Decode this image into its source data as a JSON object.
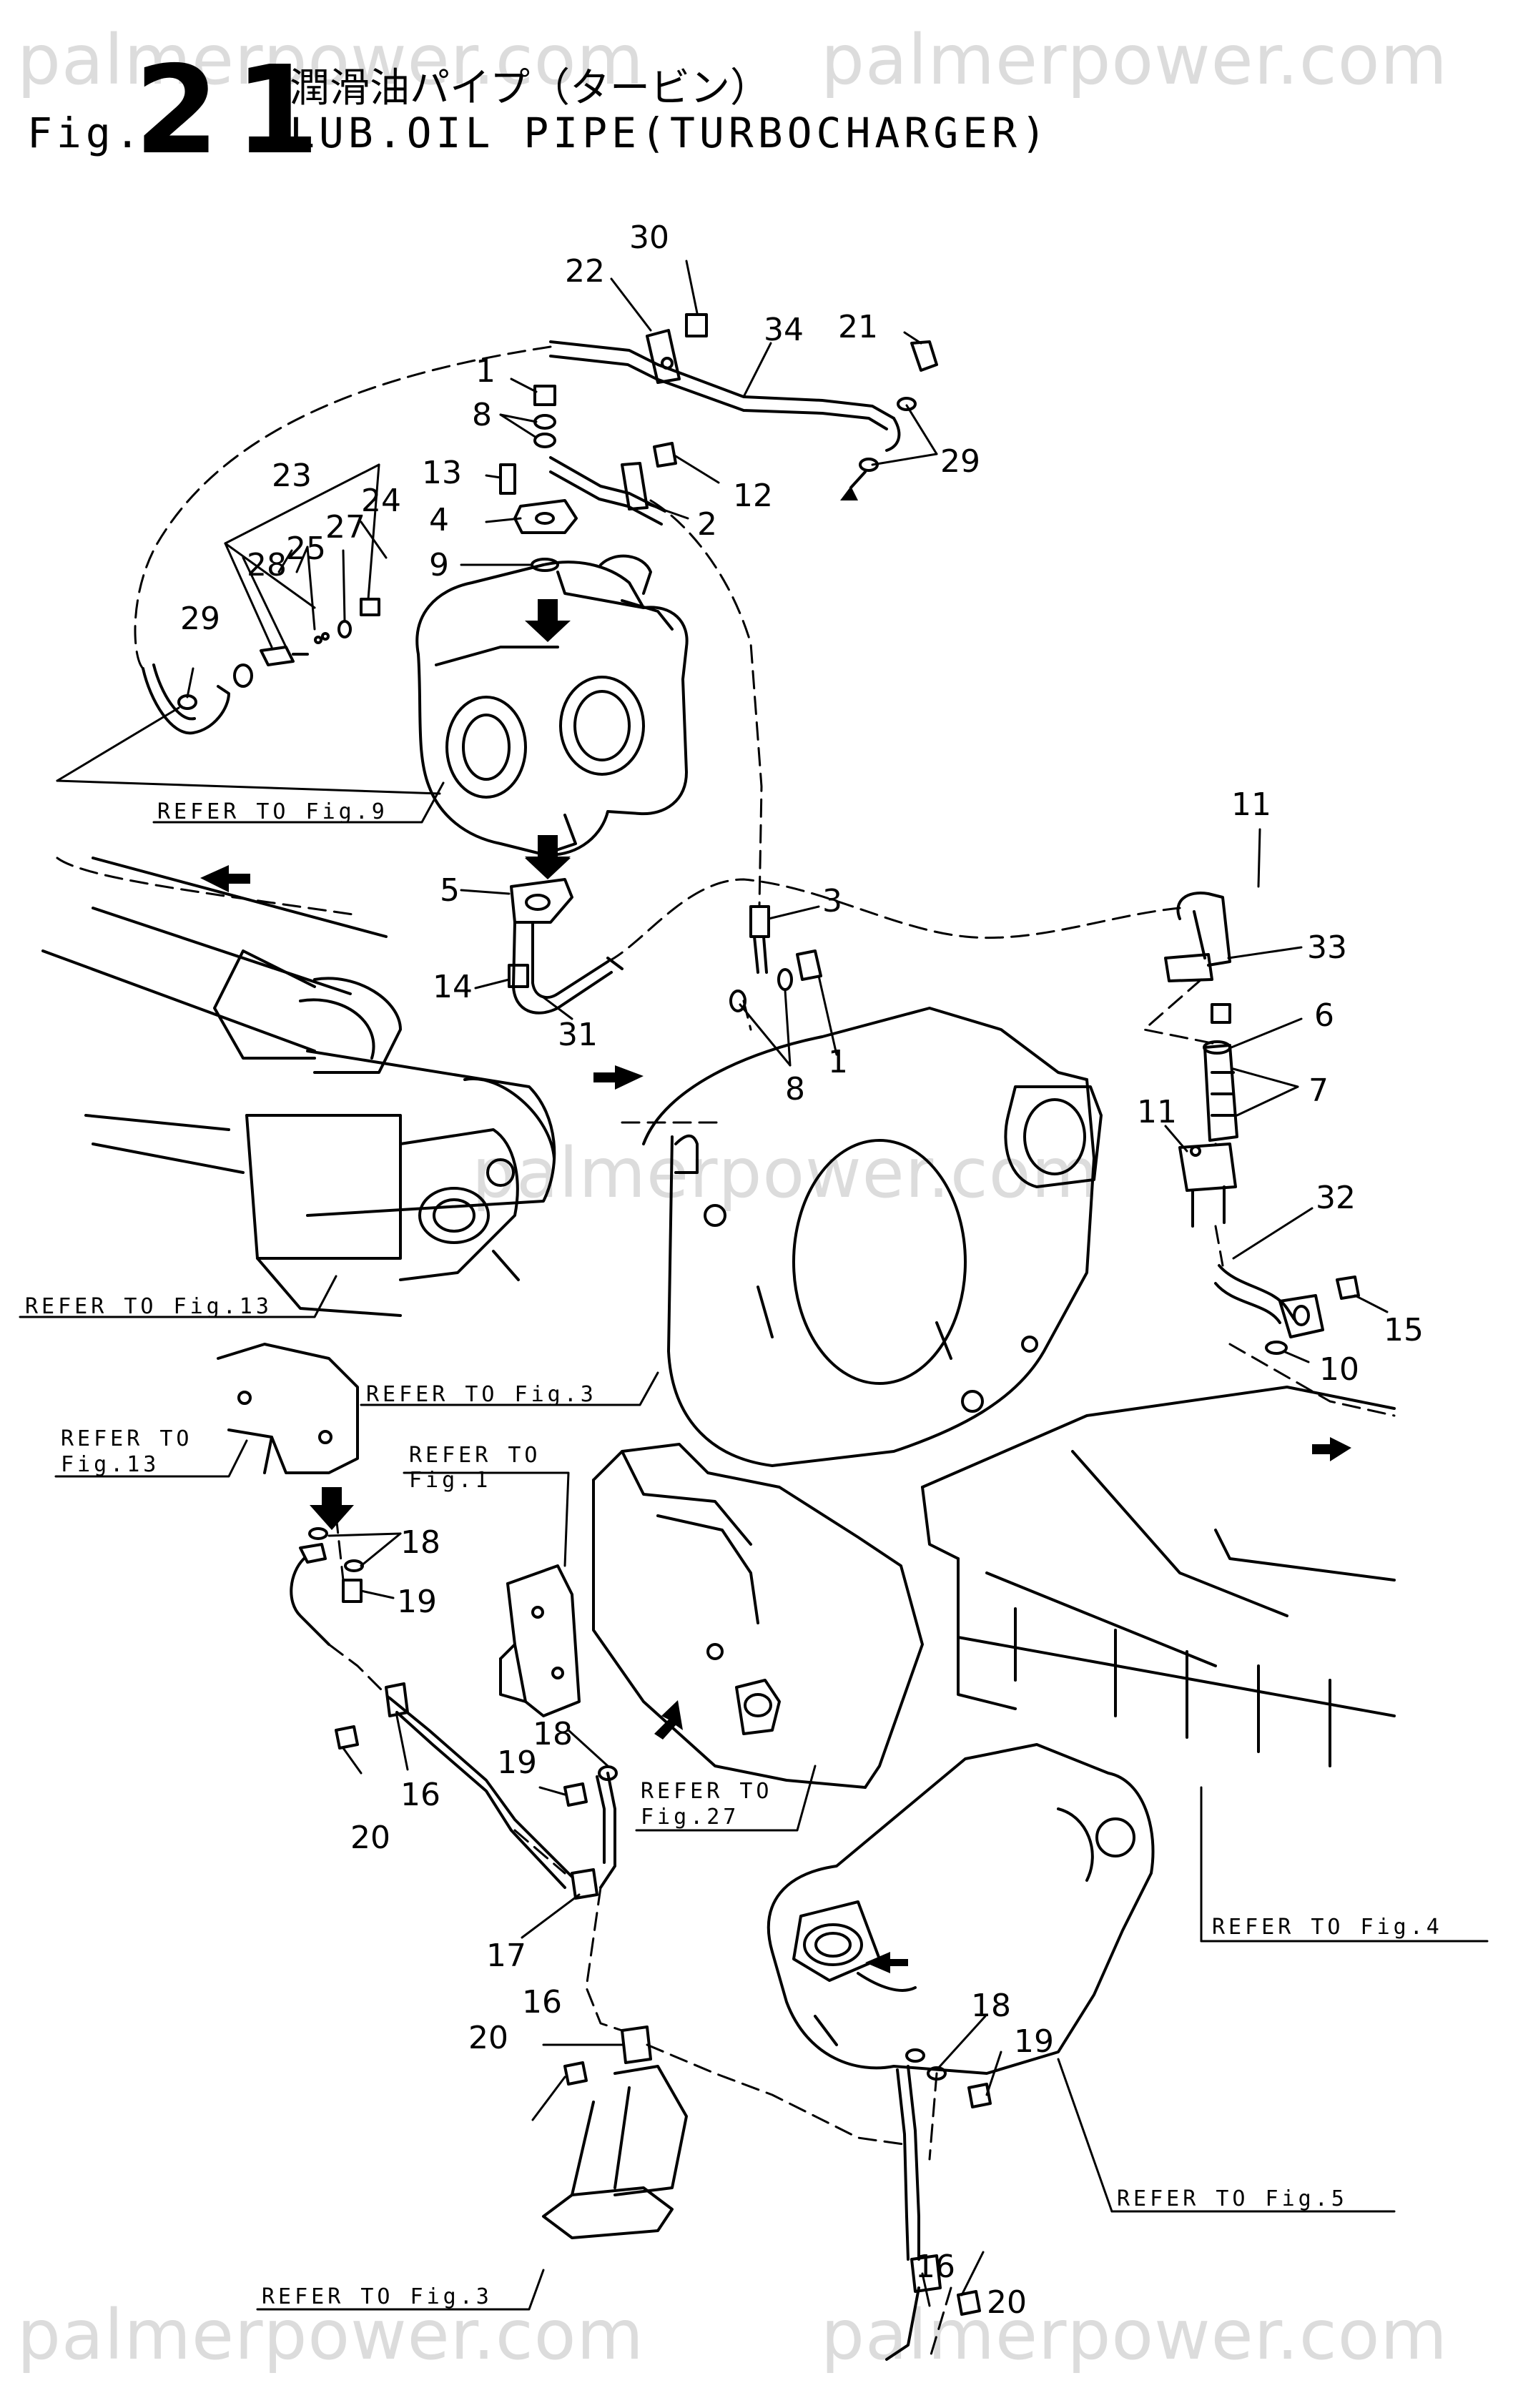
{
  "watermark": {
    "text": "palmerpower.com",
    "color": "#dcdcdc"
  },
  "header": {
    "fig_prefix": "Fig.",
    "fig_number": "21",
    "title_jp": "潤滑油パイプ（タービン）",
    "title_en": "LUB.OIL PIPE(TURBOCHARGER)"
  },
  "references": [
    {
      "id": "ref-fig9",
      "lines": [
        "REFER TO Fig.9"
      ]
    },
    {
      "id": "ref-fig13-top",
      "lines": [
        "REFER TO Fig.13"
      ]
    },
    {
      "id": "ref-fig3-top",
      "lines": [
        "REFER TO Fig.3"
      ]
    },
    {
      "id": "ref-fig13-side",
      "lines": [
        "REFER TO",
        "Fig.13"
      ]
    },
    {
      "id": "ref-fig1",
      "lines": [
        "REFER TO",
        "Fig.1"
      ]
    },
    {
      "id": "ref-fig27",
      "lines": [
        "REFER TO",
        "Fig.27"
      ]
    },
    {
      "id": "ref-fig4",
      "lines": [
        "REFER TO Fig.4"
      ]
    },
    {
      "id": "ref-fig5",
      "lines": [
        "REFER TO Fig.5"
      ]
    },
    {
      "id": "ref-fig3-bottom",
      "lines": [
        "REFER TO Fig.3"
      ]
    }
  ],
  "callouts": [
    "30",
    "22",
    "34",
    "21",
    "1",
    "8",
    "13",
    "12",
    "2",
    "29",
    "23",
    "28",
    "25",
    "27",
    "24",
    "4",
    "9",
    "29",
    "5",
    "14",
    "31",
    "3",
    "1",
    "8",
    "11",
    "33",
    "6",
    "7",
    "11",
    "32",
    "15",
    "10",
    "18",
    "19",
    "18",
    "19",
    "16",
    "20",
    "17",
    "16",
    "20",
    "18",
    "19",
    "16",
    "20"
  ],
  "colors": {
    "line": "#000000",
    "background": "#ffffff"
  }
}
